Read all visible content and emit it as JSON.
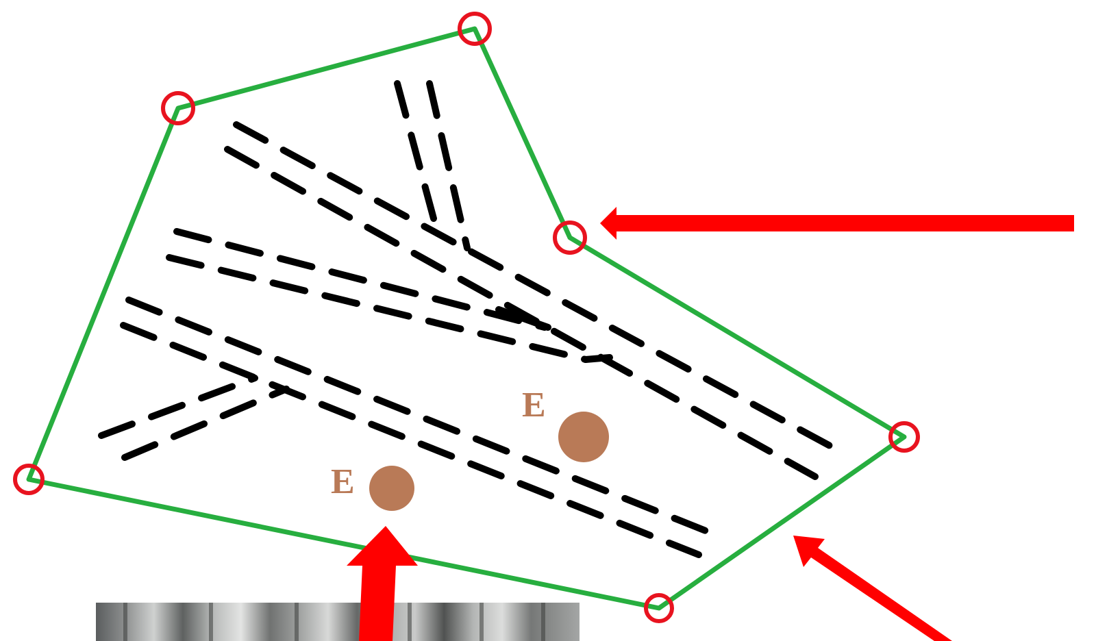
{
  "labels": {
    "marker_1": "E",
    "marker_2": "E"
  },
  "colors": {
    "boundary": "#27ae3f",
    "vertex_ring": "#e8131f",
    "arrow": "#ff0000",
    "dashed_line": "#000000",
    "marker_fill": "#b97a57"
  },
  "photo": {
    "icon": "forest-photo-strip"
  }
}
